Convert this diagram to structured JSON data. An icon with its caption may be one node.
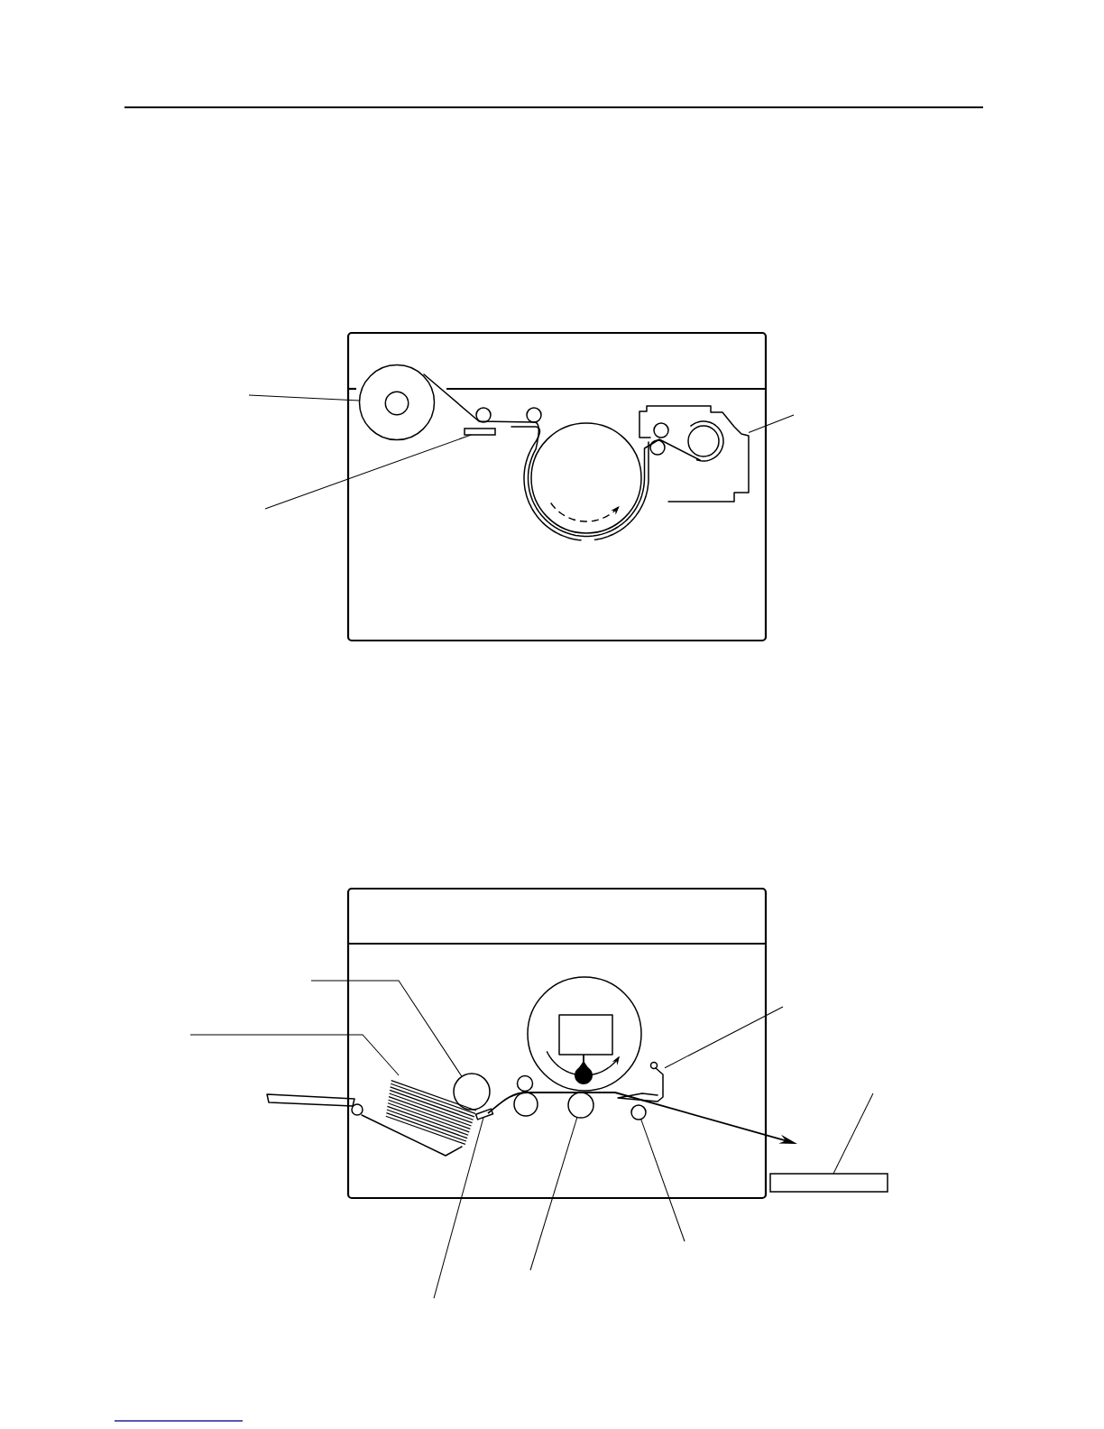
{
  "diagram": {
    "nodes": [
      {
        "text": [],
        "shape": "circle"
      },
      {
        "text": [],
        "shape": "bar"
      },
      {
        "text": [],
        "shape": "circle"
      },
      {
        "text": [],
        "shape": "circle"
      },
      {
        "text": [],
        "shape": "picture"
      },
      {
        "text": [],
        "shape": "picture"
      },
      {
        "text": [],
        "shape": "circle"
      },
      {
        "text": [],
        "shape": "bar"
      },
      {
        "text": [],
        "shape": "circle"
      },
      {
        "text": [],
        "shape": "circle"
      },
      {
        "text": [],
        "shape": "circle"
      },
      {
        "text": [],
        "shape": "circle"
      },
      {
        "text": [],
        "shape": "picture"
      },
      {
        "text": [],
        "shape": "bar"
      }
    ],
    "edges": [
      {
        "from": null,
        "to": 0,
        "arrow": "none"
      },
      {
        "from": null,
        "to": 1,
        "arrow": "none"
      },
      {
        "from": null,
        "to": 4,
        "arrow": "none"
      },
      {
        "from": null,
        "to": 5,
        "arrow": "none"
      },
      {
        "from": null,
        "to": 6,
        "arrow": "none"
      },
      {
        "from": null,
        "to": 7,
        "arrow": "none"
      },
      {
        "from": null,
        "to": 10,
        "arrow": "none"
      },
      {
        "from": null,
        "to": 11,
        "arrow": "none"
      },
      {
        "from": null,
        "to": 12,
        "arrow": "none"
      },
      {
        "from": null,
        "to": 13,
        "arrow": "none"
      }
    ]
  }
}
